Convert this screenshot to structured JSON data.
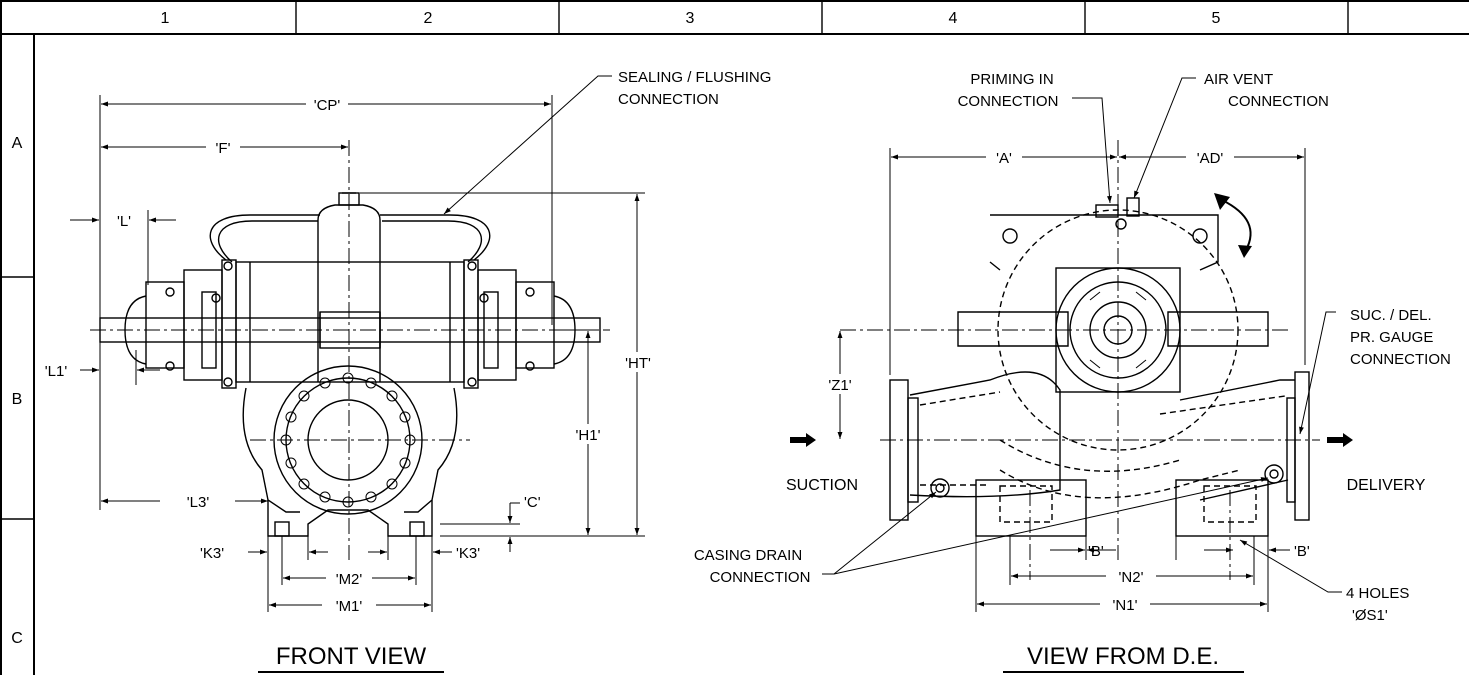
{
  "border": {
    "columns": [
      "1",
      "2",
      "3",
      "4",
      "5"
    ],
    "rows": [
      "A",
      "B",
      "C"
    ]
  },
  "front_view": {
    "title": "FRONT VIEW",
    "labels": {
      "sealing_1": "SEALING / FLUSHING",
      "sealing_2": "CONNECTION",
      "cp": "'CP'",
      "f": "'F'",
      "l": "'L'",
      "l1": "'L1'",
      "l3": "'L3'",
      "ht": "'HT'",
      "h1": "'H1'",
      "c": "'C'",
      "k3_left": "'K3'",
      "k3_right": "'K3'",
      "m2": "'M2'",
      "m1": "'M1'"
    }
  },
  "de_view": {
    "title": "VIEW FROM D.E.",
    "labels": {
      "priming_1": "PRIMING IN",
      "priming_2": "CONNECTION",
      "air_1": "AIR VENT",
      "air_2": "CONNECTION",
      "a": "'A'",
      "ad": "'AD'",
      "z1": "'Z1'",
      "suction": "SUCTION",
      "delivery": "DELIVERY",
      "gauge_1": "SUC. / DEL.",
      "gauge_2": "PR. GAUGE",
      "gauge_3": "CONNECTION",
      "drain_1": "CASING DRAIN",
      "drain_2": "CONNECTION",
      "b_left": "'B'",
      "b_right": "'B'",
      "n2": "'N2'",
      "n1": "'N1'",
      "holes_1": "4 HOLES",
      "holes_2": "'ØS1'"
    }
  }
}
